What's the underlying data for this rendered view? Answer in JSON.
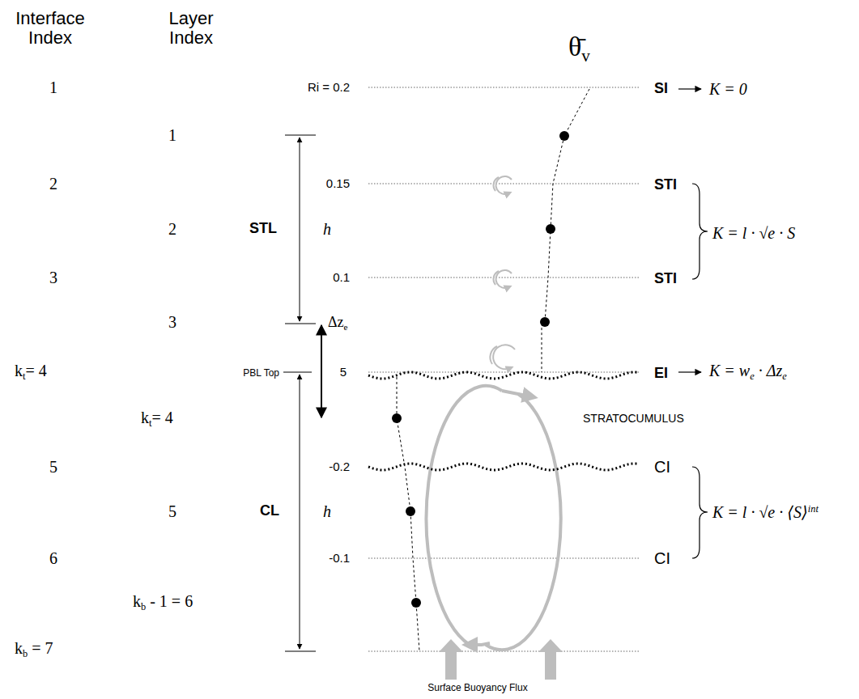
{
  "diagram": {
    "labels": [
      "Interface Index",
      "Layer Index",
      "1",
      "1",
      "Ri = 0.2",
      "θ̄",
      "v",
      "SI",
      "K = 0",
      "2",
      "0.15",
      "STI",
      "2",
      "STL",
      "h",
      "K = l · √e · S",
      "3",
      "0.1",
      "STI",
      "3",
      "Δz",
      "e",
      "k",
      "t",
      "= 4",
      "PBL Top",
      "5",
      "EI",
      "K = w",
      "e",
      " · Δz",
      "e",
      "k",
      "t",
      "= 4",
      "STRATOCUMULUS",
      "5",
      "-0.2",
      "CI",
      "5",
      "CL",
      "h",
      "K = l · √e · ⟨S⟩",
      "int",
      "6",
      "-0.1",
      "CI",
      "k",
      "b",
      " - 1 = 6",
      "k",
      "b",
      " = 7",
      "Surface Buoyancy Flux"
    ]
  }
}
